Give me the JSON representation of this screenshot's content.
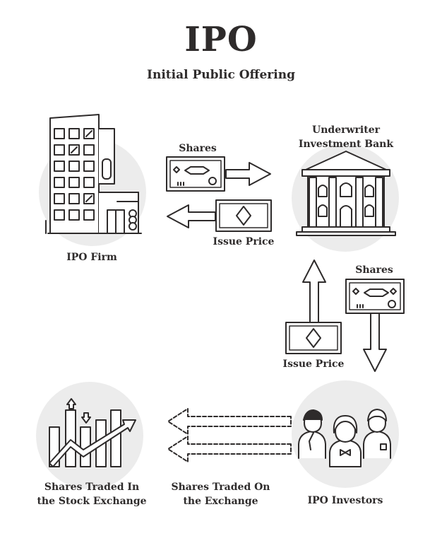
{
  "header": {
    "title": "IPO",
    "subtitle": "Initial Public Offering"
  },
  "nodes": {
    "ipo_firm": "IPO Firm",
    "underwriter_line1": "Underwriter",
    "underwriter_line2": "Investment Bank",
    "ipo_investors": "IPO Investors",
    "stock_exchange_line1": "Shares Traded In",
    "stock_exchange_line2": "the Stock Exchange"
  },
  "flows": {
    "shares_to_underwriter": "Shares",
    "issue_price_to_firm": "Issue Price",
    "shares_to_investors": "Shares",
    "issue_price_to_underwriter": "Issue Price",
    "traded_line1": "Shares Traded On",
    "traded_line2": "the Exchange"
  },
  "colors": {
    "line": "#2e2b2b",
    "circle": "#ececec",
    "background": "#ffffff"
  },
  "icons": [
    "office-building-icon",
    "bank-building-icon",
    "people-group-icon",
    "rising-chart-icon",
    "banknote-icon",
    "arrow-icon"
  ]
}
